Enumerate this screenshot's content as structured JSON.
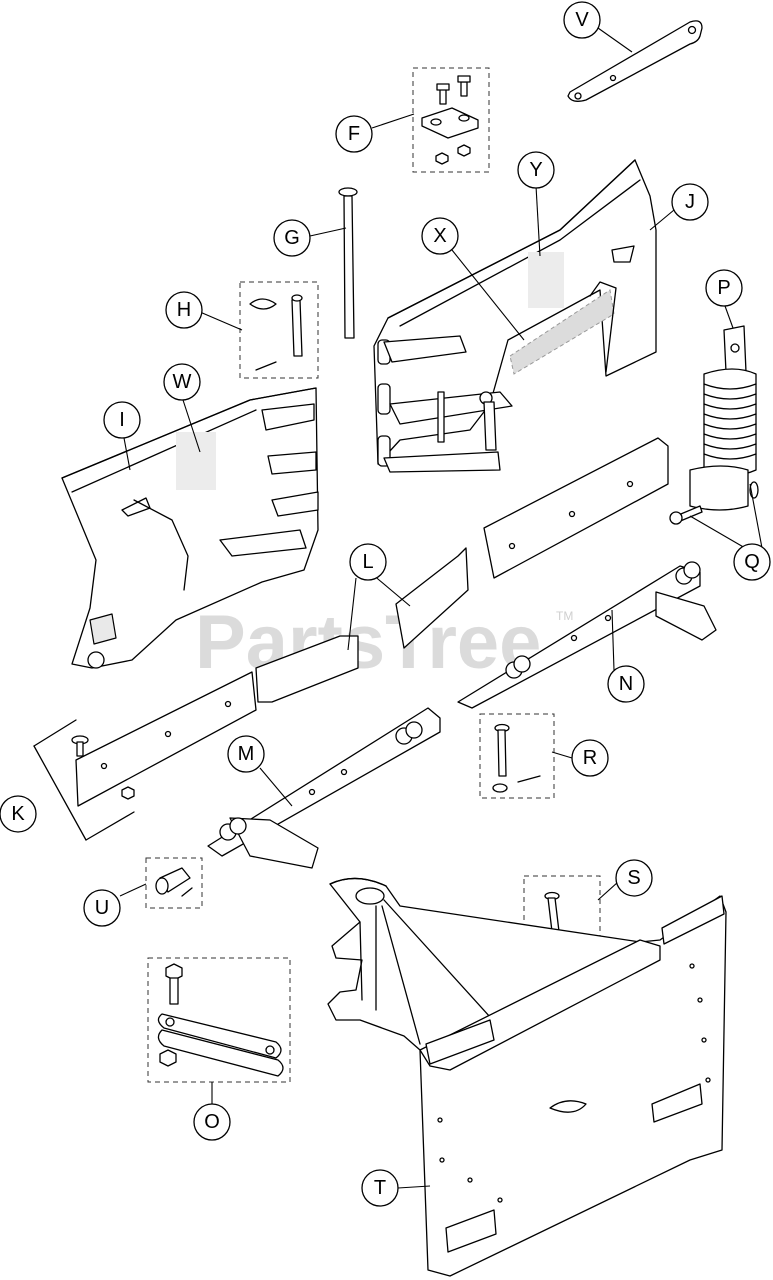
{
  "watermark": {
    "text": "PartsTree",
    "tm": "TM"
  },
  "callouts": [
    {
      "label": "V"
    },
    {
      "label": "F"
    },
    {
      "label": "Y"
    },
    {
      "label": "J"
    },
    {
      "label": "G"
    },
    {
      "label": "X"
    },
    {
      "label": "H"
    },
    {
      "label": "P"
    },
    {
      "label": "W"
    },
    {
      "label": "I"
    },
    {
      "label": "L"
    },
    {
      "label": "Q"
    },
    {
      "label": "N"
    },
    {
      "label": "M"
    },
    {
      "label": "R"
    },
    {
      "label": "K"
    },
    {
      "label": "U"
    },
    {
      "label": "S"
    },
    {
      "label": "O"
    },
    {
      "label": "T"
    }
  ]
}
